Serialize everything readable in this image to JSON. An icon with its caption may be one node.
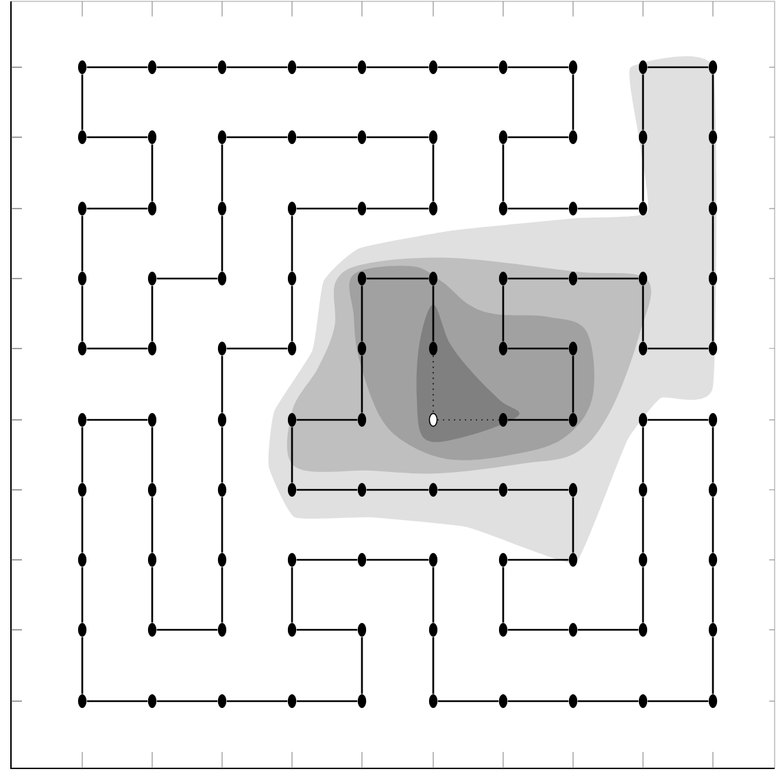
{
  "diagram": {
    "nodes": [
      {
        "text": [],
        "shape": "dot"
      },
      {
        "text": [],
        "shape": "dot"
      },
      {
        "text": [],
        "shape": "dot"
      },
      {
        "text": [],
        "shape": "dot"
      },
      {
        "text": [],
        "shape": "dot"
      },
      {
        "text": [],
        "shape": "dot"
      },
      {
        "text": [],
        "shape": "dot"
      },
      {
        "text": [],
        "shape": "dot"
      },
      {
        "text": [],
        "shape": "dot"
      },
      {
        "text": [],
        "shape": "dot"
      },
      {
        "text": [],
        "shape": "dot"
      },
      {
        "text": [],
        "shape": "dot"
      },
      {
        "text": [],
        "shape": "dot"
      },
      {
        "text": [],
        "shape": "dot"
      },
      {
        "text": [],
        "shape": "dot"
      },
      {
        "text": [],
        "shape": "dot"
      },
      {
        "text": [],
        "shape": "dot"
      },
      {
        "text": [],
        "shape": "dot"
      },
      {
        "text": [],
        "shape": "dot"
      },
      {
        "text": [],
        "shape": "dot"
      },
      {
        "text": [],
        "shape": "dot"
      },
      {
        "text": [],
        "shape": "dot"
      },
      {
        "text": [],
        "shape": "dot"
      },
      {
        "text": [],
        "shape": "dot"
      },
      {
        "text": [],
        "shape": "dot"
      },
      {
        "text": [],
        "shape": "dot"
      },
      {
        "text": [],
        "shape": "dot"
      },
      {
        "text": [],
        "shape": "dot"
      },
      {
        "text": [],
        "shape": "dot"
      },
      {
        "text": [],
        "shape": "dot"
      },
      {
        "text": [],
        "shape": "dot"
      },
      {
        "text": [],
        "shape": "dot"
      },
      {
        "text": [],
        "shape": "dot"
      },
      {
        "text": [],
        "shape": "dot"
      },
      {
        "text": [],
        "shape": "dot"
      },
      {
        "text": [],
        "shape": "dot"
      },
      {
        "text": [],
        "shape": "dot"
      },
      {
        "text": [],
        "shape": "dot"
      },
      {
        "text": [],
        "shape": "dot"
      },
      {
        "text": [],
        "shape": "dot"
      },
      {
        "text": [],
        "shape": "dot"
      },
      {
        "text": [],
        "shape": "dot"
      },
      {
        "text": [],
        "shape": "dot"
      },
      {
        "text": [],
        "shape": "dot"
      },
      {
        "text": [],
        "shape": "dot"
      },
      {
        "text": [],
        "shape": "dot"
      },
      {
        "text": [],
        "shape": "dot"
      },
      {
        "text": [],
        "shape": "dot"
      },
      {
        "text": [],
        "shape": "dot"
      },
      {
        "text": [],
        "shape": "dot"
      },
      {
        "text": [],
        "shape": "dot"
      },
      {
        "text": [],
        "shape": "dot"
      },
      {
        "text": [],
        "shape": "dot"
      },
      {
        "text": [],
        "shape": "dot"
      },
      {
        "text": [],
        "shape": "dot"
      },
      {
        "text": [],
        "shape": "circle"
      },
      {
        "text": [],
        "shape": "dot"
      },
      {
        "text": [],
        "shape": "dot"
      },
      {
        "text": [],
        "shape": "dot"
      },
      {
        "text": [],
        "shape": "dot"
      },
      {
        "text": [],
        "shape": "dot"
      },
      {
        "text": [],
        "shape": "dot"
      },
      {
        "text": [],
        "shape": "dot"
      },
      {
        "text": [],
        "shape": "dot"
      },
      {
        "text": [],
        "shape": "dot"
      },
      {
        "text": [],
        "shape": "dot"
      },
      {
        "text": [],
        "shape": "dot"
      },
      {
        "text": [],
        "shape": "dot"
      },
      {
        "text": [],
        "shape": "dot"
      },
      {
        "text": [],
        "shape": "dot"
      },
      {
        "text": [],
        "shape": "dot"
      },
      {
        "text": [],
        "shape": "dot"
      },
      {
        "text": [],
        "shape": "dot"
      },
      {
        "text": [],
        "shape": "dot"
      },
      {
        "text": [],
        "shape": "dot"
      },
      {
        "text": [],
        "shape": "dot"
      },
      {
        "text": [],
        "shape": "dot"
      },
      {
        "text": [],
        "shape": "dot"
      },
      {
        "text": [],
        "shape": "dot"
      },
      {
        "text": [],
        "shape": "dot"
      },
      {
        "text": [],
        "shape": "dot"
      },
      {
        "text": [],
        "shape": "dot"
      },
      {
        "text": [],
        "shape": "dot"
      },
      {
        "text": [],
        "shape": "dot"
      },
      {
        "text": [],
        "shape": "dot"
      },
      {
        "text": [],
        "shape": "dot"
      },
      {
        "text": [],
        "shape": "dot"
      },
      {
        "text": [],
        "shape": "dot"
      },
      {
        "text": [],
        "shape": "dot"
      },
      {
        "text": [],
        "shape": "dot"
      },
      {
        "text": [],
        "shape": "dot"
      },
      {
        "text": [],
        "shape": "dot"
      },
      {
        "text": [],
        "shape": "dot"
      },
      {
        "text": [],
        "shape": "dot"
      },
      {
        "text": [],
        "shape": "dot"
      },
      {
        "text": [],
        "shape": "dot"
      },
      {
        "text": [],
        "shape": "dot"
      },
      {
        "text": [],
        "shape": "dot"
      },
      {
        "text": [],
        "shape": "dot"
      },
      {
        "text": [],
        "shape": "dot"
      }
    ],
    "edges": [
      {
        "from": 0,
        "to": 1,
        "arrow": "none"
      },
      {
        "from": 1,
        "to": 2,
        "arrow": "none"
      },
      {
        "from": 2,
        "to": 3,
        "arrow": "none"
      },
      {
        "from": 3,
        "to": 4,
        "arrow": "none"
      },
      {
        "from": 4,
        "to": 5,
        "arrow": "none"
      },
      {
        "from": 5,
        "to": 6,
        "arrow": "none"
      },
      {
        "from": 6,
        "to": 7,
        "arrow": "none"
      },
      {
        "from": 8,
        "to": 9,
        "arrow": "none"
      },
      {
        "from": 0,
        "to": 10,
        "arrow": "none"
      },
      {
        "from": 7,
        "to": 17,
        "arrow": "none"
      },
      {
        "from": 8,
        "to": 18,
        "arrow": "none"
      },
      {
        "from": 9,
        "to": 19,
        "arrow": "none"
      },
      {
        "from": 10,
        "to": 11,
        "arrow": "none"
      },
      {
        "from": 12,
        "to": 13,
        "arrow": "none"
      },
      {
        "from": 13,
        "to": 14,
        "arrow": "none"
      },
      {
        "from": 14,
        "to": 15,
        "arrow": "none"
      },
      {
        "from": 16,
        "to": 17,
        "arrow": "none"
      },
      {
        "from": 11,
        "to": 21,
        "arrow": "none"
      },
      {
        "from": 12,
        "to": 22,
        "arrow": "none"
      },
      {
        "from": 15,
        "to": 25,
        "arrow": "none"
      },
      {
        "from": 16,
        "to": 26,
        "arrow": "none"
      },
      {
        "from": 18,
        "to": 28,
        "arrow": "none"
      },
      {
        "from": 19,
        "to": 29,
        "arrow": "none"
      },
      {
        "from": 20,
        "to": 21,
        "arrow": "none"
      },
      {
        "from": 23,
        "to": 24,
        "arrow": "none"
      },
      {
        "from": 24,
        "to": 25,
        "arrow": "none"
      },
      {
        "from": 26,
        "to": 27,
        "arrow": "none"
      },
      {
        "from": 27,
        "to": 28,
        "arrow": "none"
      },
      {
        "from": 20,
        "to": 30,
        "arrow": "none"
      },
      {
        "from": 22,
        "to": 32,
        "arrow": "none"
      },
      {
        "from": 23,
        "to": 33,
        "arrow": "none"
      },
      {
        "from": 29,
        "to": 39,
        "arrow": "none"
      },
      {
        "from": 31,
        "to": 32,
        "arrow": "none"
      },
      {
        "from": 34,
        "to": 35,
        "arrow": "none"
      },
      {
        "from": 36,
        "to": 37,
        "arrow": "none"
      },
      {
        "from": 37,
        "to": 38,
        "arrow": "none"
      },
      {
        "from": 30,
        "to": 40,
        "arrow": "none"
      },
      {
        "from": 31,
        "to": 41,
        "arrow": "none"
      },
      {
        "from": 33,
        "to": 43,
        "arrow": "none"
      },
      {
        "from": 34,
        "to": 44,
        "arrow": "none"
      },
      {
        "from": 35,
        "to": 45,
        "arrow": "none"
      },
      {
        "from": 36,
        "to": 46,
        "arrow": "none"
      },
      {
        "from": 38,
        "to": 48,
        "arrow": "none"
      },
      {
        "from": 39,
        "to": 49,
        "arrow": "none"
      },
      {
        "from": 40,
        "to": 41,
        "arrow": "none"
      },
      {
        "from": 42,
        "to": 43,
        "arrow": "none"
      },
      {
        "from": 46,
        "to": 47,
        "arrow": "none"
      },
      {
        "from": 48,
        "to": 49,
        "arrow": "none"
      },
      {
        "from": 42,
        "to": 52,
        "arrow": "none"
      },
      {
        "from": 44,
        "to": 54,
        "arrow": "none"
      },
      {
        "from": 45,
        "to": 55,
        "arrow": "none",
        "style": "dashed"
      },
      {
        "from": 47,
        "to": 57,
        "arrow": "none"
      },
      {
        "from": 50,
        "to": 51,
        "arrow": "none"
      },
      {
        "from": 53,
        "to": 54,
        "arrow": "none"
      },
      {
        "from": 55,
        "to": 56,
        "arrow": "none",
        "style": "dashed"
      },
      {
        "from": 56,
        "to": 57,
        "arrow": "none"
      },
      {
        "from": 58,
        "to": 59,
        "arrow": "none"
      },
      {
        "from": 50,
        "to": 60,
        "arrow": "none"
      },
      {
        "from": 51,
        "to": 61,
        "arrow": "none"
      },
      {
        "from": 52,
        "to": 62,
        "arrow": "none"
      },
      {
        "from": 53,
        "to": 63,
        "arrow": "none"
      },
      {
        "from": 58,
        "to": 68,
        "arrow": "none"
      },
      {
        "from": 59,
        "to": 69,
        "arrow": "none"
      },
      {
        "from": 63,
        "to": 64,
        "arrow": "none"
      },
      {
        "from": 64,
        "to": 65,
        "arrow": "none"
      },
      {
        "from": 65,
        "to": 66,
        "arrow": "none"
      },
      {
        "from": 66,
        "to": 67,
        "arrow": "none"
      },
      {
        "from": 60,
        "to": 70,
        "arrow": "none"
      },
      {
        "from": 61,
        "to": 71,
        "arrow": "none"
      },
      {
        "from": 62,
        "to": 72,
        "arrow": "none"
      },
      {
        "from": 67,
        "to": 77,
        "arrow": "none"
      },
      {
        "from": 68,
        "to": 78,
        "arrow": "none"
      },
      {
        "from": 69,
        "to": 79,
        "arrow": "none"
      },
      {
        "from": 73,
        "to": 74,
        "arrow": "none"
      },
      {
        "from": 74,
        "to": 75,
        "arrow": "none"
      },
      {
        "from": 76,
        "to": 77,
        "arrow": "none"
      },
      {
        "from": 70,
        "to": 80,
        "arrow": "none"
      },
      {
        "from": 71,
        "to": 81,
        "arrow": "none"
      },
      {
        "from": 72,
        "to": 82,
        "arrow": "none"
      },
      {
        "from": 73,
        "to": 83,
        "arrow": "none"
      },
      {
        "from": 75,
        "to": 85,
        "arrow": "none"
      },
      {
        "from": 76,
        "to": 86,
        "arrow": "none"
      },
      {
        "from": 78,
        "to": 88,
        "arrow": "none"
      },
      {
        "from": 79,
        "to": 89,
        "arrow": "none"
      },
      {
        "from": 81,
        "to": 82,
        "arrow": "none"
      },
      {
        "from": 83,
        "to": 84,
        "arrow": "none"
      },
      {
        "from": 86,
        "to": 87,
        "arrow": "none"
      },
      {
        "from": 87,
        "to": 88,
        "arrow": "none"
      },
      {
        "from": 80,
        "to": 90,
        "arrow": "none"
      },
      {
        "from": 84,
        "to": 94,
        "arrow": "none"
      },
      {
        "from": 85,
        "to": 95,
        "arrow": "none"
      },
      {
        "from": 89,
        "to": 99,
        "arrow": "none"
      },
      {
        "from": 90,
        "to": 91,
        "arrow": "none"
      },
      {
        "from": 91,
        "to": 92,
        "arrow": "none"
      },
      {
        "from": 92,
        "to": 93,
        "arrow": "none"
      },
      {
        "from": 93,
        "to": 94,
        "arrow": "none"
      },
      {
        "from": 95,
        "to": 96,
        "arrow": "none"
      },
      {
        "from": 96,
        "to": 97,
        "arrow": "none"
      },
      {
        "from": 97,
        "to": 98,
        "arrow": "none"
      },
      {
        "from": 98,
        "to": 99,
        "arrow": "none"
      }
    ]
  }
}
